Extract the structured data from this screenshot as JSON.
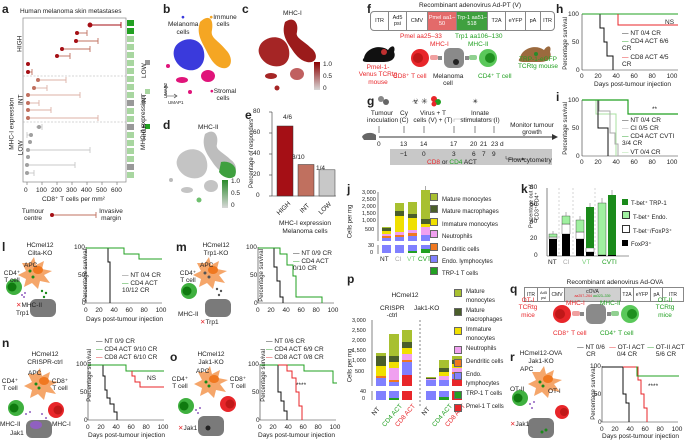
{
  "panels": {
    "a": {
      "label": "a",
      "title": "Human melanoma skin metastases",
      "ylabel": "MHC-I expression",
      "groups": [
        "HIGH",
        "INT",
        "LOW"
      ],
      "xlabel": "CD8⁺ T cells per mm²",
      "xticks": [
        "0",
        "100",
        "200",
        "300",
        "400",
        "500",
        "600"
      ],
      "legend_centre": "Tumour centre",
      "legend_margin": "Invasive margin",
      "mhc2_title": "MHC-II expression",
      "mhc2_levels": [
        "LOW",
        "INT",
        "HIGH"
      ]
    },
    "b": {
      "label": "b",
      "melanoma": "Melanoma cells",
      "immune": "Immune cells",
      "stromal": "Stromal cells",
      "umap1": "UMAP1",
      "umap2": "UMAP2"
    },
    "c": {
      "label": "c",
      "title": "MHC-I",
      "scale": [
        "1.0",
        "0.5",
        "0"
      ]
    },
    "d": {
      "label": "d",
      "title": "MHC-II",
      "scale": [
        "1.0",
        "0.5",
        "0"
      ]
    },
    "e": {
      "label": "e",
      "ylabel": "Percentage of responders",
      "yticks": [
        "0",
        "20",
        "40",
        "60",
        "80"
      ],
      "xlabel1": "MHC-I expression",
      "xlabel2": "Melanoma cells"
    },
    "f": {
      "label": "f",
      "title": "Recombinant adenovirus Ad-PT (V)",
      "construct": [
        "ITR",
        "Ad5 psi",
        "CMV",
        "Pmel aa1–50",
        "Trp-1 aa51–518",
        "T2A",
        "eYFP",
        "pA",
        "ITR"
      ],
      "pmel_epitope": "Pmel aa25–33",
      "trp1_epitope": "Trp1 aa106–130",
      "mhc1": "MHC-I",
      "mhc2": "MHC-II",
      "left_mouse": "Pmel-1-Venus TCRtg mouse",
      "right_mouse": "TRP-1-eGFP TCRtg mouse",
      "cd8": "CD8⁺ T cell",
      "melanoma": "Melanoma cell",
      "cd4": "CD4⁺ T cell"
    },
    "g": {
      "label": "g",
      "steps": [
        "Tumour inoculation",
        "Cy (C)",
        "Virus + T cells (V) + (T)",
        "Innate stimulators (I)"
      ],
      "monitor": "Monitor tumour growth",
      "days_top": [
        "0",
        "13",
        "14",
        "17",
        "20",
        "21",
        "23 d"
      ],
      "days_bottom": [
        "−1",
        "0",
        "3",
        "6",
        "7",
        "9"
      ],
      "act_cd8": "CD8",
      "act_or": " or ",
      "act_cd4": "CD4",
      "act_suffix": " ACT",
      "flow": "Flow cytometry"
    },
    "h": {
      "label": "h",
      "ns": "NS",
      "legend": [
        "NT 0/4 CR",
        "CD4 ACT 6/6 CR",
        "CD8 ACT 4/5 CR"
      ]
    },
    "i": {
      "label": "i",
      "sig": "**",
      "legend": [
        "NT 0/4 CR",
        "CI 0/5 CR",
        "CD4 ACT CVTI 3/4 CR",
        "VT 0/4 CR"
      ]
    },
    "j": {
      "label": "j",
      "ylabel": "Cells per mg",
      "yticks": [
        "0",
        "30",
        "500",
        "1,000",
        "1,500",
        "2,000",
        "2,500",
        "3,000"
      ],
      "categories": [
        "NT",
        "CI",
        "VT",
        "CVTI"
      ],
      "legend": [
        "Mature monocytes",
        "Mature macrophages",
        "Immature monocytes",
        "Neutrophils",
        "Dendritic cells",
        "Endo. lymphocytes",
        "TRP-1 T cells"
      ]
    },
    "k": {
      "label": "k",
      "ylabel": "Percentage out of CD3⁺CD4⁺",
      "yticks": [
        "0",
        "20",
        "40",
        "60",
        "80"
      ],
      "categories": [
        "NT",
        "CI",
        "VT",
        "CVTI"
      ],
      "legend": [
        "T-bet⁺ TRP-1",
        "T-bet⁺ Endo.",
        "T-bet⁻/FoxP3⁺",
        "FoxP3⁺"
      ]
    },
    "l": {
      "label": "l",
      "title1": "HCmel12",
      "title2": "Cilta-KO",
      "apc": "APC",
      "cd4": "CD4⁺ T cell",
      "mhc": "MHC-II",
      "trp": "Trp1",
      "legend": [
        "NT 0/4 CR",
        "CD4 ACT 10/12 CR"
      ]
    },
    "m": {
      "label": "m",
      "title1": "HCmel12",
      "title2": "Trp1-KO",
      "apc": "APC",
      "cd4": "CD4⁺ T cell",
      "mhc": "MHC-II",
      "trp": "Trp1",
      "legend": [
        "NT 0/9 CR",
        "CD4 ACT 0/10 CR"
      ]
    },
    "n": {
      "label": "n",
      "title1": "HCmel12",
      "title2": "CRISPR-ctrl",
      "apc": "APC",
      "cd4": "CD4⁺ T cell",
      "cd8": "CD8⁺ T cell",
      "mhc2": "MHC-II",
      "mhc1": "MHC-I",
      "jak": "Jak1",
      "ns": "NS",
      "legend": [
        "NT 0/9 CR",
        "CD4 ACT 9/10 CR",
        "CD8 ACT 6/10 CR"
      ]
    },
    "o": {
      "label": "o",
      "title1": "HCmel12",
      "title2": "Jak1-KO",
      "apc": "APC",
      "cd4": "CD4⁺ T cell",
      "cd8": "CD8⁺ T cell",
      "jak": "Jak1",
      "sig": "****",
      "legend": [
        "NT 0/6 CR",
        "CD4 ACT 6/9 CR",
        "CD8 ACT 0/8 CR"
      ]
    },
    "p": {
      "label": "p",
      "title": "HCmel12",
      "group1": "CRISPR -ctrl",
      "group2": "Jak1-KO",
      "ylabel": "Cells per mg",
      "yticks": [
        "0",
        "40",
        "500",
        "1,000",
        "1,500",
        "2,000",
        "2,500",
        "3,000"
      ],
      "categories": [
        "NT",
        "CD4 ACT",
        "CD8 ACT",
        "NT",
        "CD4 ACT",
        "CD8 ACT"
      ],
      "legend": [
        "Mature monocytes",
        "Mature macrophages",
        "Immature monocytes",
        "Neutrophils",
        "Dendritic cells",
        "Endo. lymphocytes",
        "TRP-1 T cells",
        "Pmel-1 T cells"
      ]
    },
    "q": {
      "label": "q",
      "title": "Recombinant adenovirus Ad-OVA",
      "construct": [
        "ITR",
        "Ad5 psi",
        "CMV",
        "cOVA",
        "T2A",
        "eYFP",
        "pA",
        "ITR"
      ],
      "ova_ep1": "aa257–264",
      "ova_ep2": "aa323–339",
      "left_mouse": "OT-I TCRtg mice",
      "right_mouse": "OT-II TCRtg mice",
      "mhc1": "MHC-I",
      "mhc2": "MHC-II",
      "cd8": "CD8⁺ T cell",
      "cd4": "CD4⁺ T cell"
    },
    "r": {
      "label": "r",
      "title1": "HCmel12-OVA",
      "title2": "Jak1-KO",
      "apc": "APC",
      "ot2": "OT-II",
      "ot1": "OT-I",
      "jak": "Jak1",
      "sig": "****",
      "legend": [
        "NT 0/6 CR",
        "OT-I ACT 0/4 CR",
        "OT-II ACT 5/6 CR"
      ]
    }
  },
  "survival_axis": {
    "ylabel": "Percentage survival",
    "yticks": [
      "0",
      "50",
      "100"
    ],
    "xticks": [
      "0",
      "20",
      "40",
      "60",
      "80",
      "100"
    ],
    "xlabel": "Days post-tumour injection"
  },
  "colors": {
    "high": "#a50f15",
    "int": "#c0705f",
    "low": "#a0a0a0",
    "green": "#22a022",
    "red": "#e8262a",
    "black": "#111111",
    "blue": "#3a3adc",
    "orange": "#f5a623",
    "magenta": "#e0147a"
  },
  "chart_data": [
    {
      "panel": "a",
      "type": "scatter",
      "title": "Human melanoma skin metastases",
      "xlabel": "CD8⁺ T cells per mm²",
      "ylabel": "MHC-I expression",
      "xlim": [
        0,
        650
      ],
      "series": [
        {
          "name": "Tumour centre",
          "values": [
            425,
            340,
            330,
            235,
            200,
            10,
            10,
            75,
            55,
            10,
            10,
            10,
            10,
            85,
            30,
            25,
            15,
            15,
            10,
            10
          ]
        },
        {
          "name": "Invasive margin",
          "values": [
            635,
            400,
            480,
            425,
            290,
            10,
            35,
            265,
            140,
            355,
            75,
            155,
            475,
            125,
            5,
            25,
            425,
            15,
            325,
            50
          ]
        }
      ],
      "groups": [
        "HIGH",
        "HIGH",
        "HIGH",
        "HIGH",
        "HIGH",
        "HIGH",
        "HIGH",
        "INT",
        "INT",
        "INT",
        "INT",
        "INT",
        "INT",
        "LOW",
        "LOW",
        "LOW",
        "LOW",
        "LOW",
        "LOW",
        "LOW"
      ]
    },
    {
      "panel": "e",
      "type": "bar",
      "categories": [
        "HIGH",
        "INT",
        "LOW"
      ],
      "values": [
        66.7,
        30,
        25
      ],
      "labels": [
        "4/6",
        "3/10",
        "1/4"
      ],
      "ylabel": "Percentage of responders",
      "ylim": [
        0,
        80
      ]
    },
    {
      "panel": "h",
      "type": "line",
      "xlabel": "Days post-tumour injection",
      "ylabel": "Percentage survival",
      "series": [
        {
          "name": "NT 0/4 CR",
          "x": [
            0,
            20,
            24,
            27,
            33
          ],
          "y": [
            100,
            75,
            50,
            25,
            0
          ]
        },
        {
          "name": "CD4 ACT 6/6 CR",
          "x": [
            0,
            100
          ],
          "y": [
            100,
            100
          ]
        },
        {
          "name": "CD8 ACT 4/5 CR",
          "x": [
            0,
            38,
            100
          ],
          "y": [
            100,
            80,
            80
          ]
        }
      ]
    },
    {
      "panel": "i",
      "type": "line",
      "xlabel": "Days post-tumour injection",
      "ylabel": "Percentage survival",
      "series": [
        {
          "name": "NT 0/4 CR",
          "x": [
            0,
            18,
            28
          ],
          "y": [
            100,
            50,
            0
          ]
        },
        {
          "name": "CI 0/5 CR",
          "x": [
            0,
            19,
            30,
            35,
            38
          ],
          "y": [
            100,
            80,
            40,
            20,
            0
          ]
        },
        {
          "name": "CD4 ACT CVTI 3/4 CR",
          "x": [
            0,
            48,
            100
          ],
          "y": [
            100,
            75,
            75
          ]
        },
        {
          "name": "VT 0/4 CR",
          "x": [
            0,
            16,
            36
          ],
          "y": [
            100,
            75,
            0
          ]
        }
      ]
    },
    {
      "panel": "j",
      "type": "bar",
      "categories": [
        "NT",
        "CI",
        "VT",
        "CVTI"
      ],
      "ylabel": "Cells per mg",
      "series": [
        {
          "name": "Endo. lymphocytes",
          "values": [
            100,
            120,
            150,
            200
          ]
        },
        {
          "name": "Dendritic cells",
          "values": [
            50,
            60,
            80,
            60
          ]
        },
        {
          "name": "Neutrophils",
          "values": [
            50,
            120,
            120,
            450
          ]
        },
        {
          "name": "Immature monocytes",
          "values": [
            100,
            650,
            500,
            100
          ]
        },
        {
          "name": "Mature macrophages",
          "values": [
            120,
            200,
            150,
            200
          ]
        },
        {
          "name": "Mature monocytes",
          "values": [
            30,
            350,
            600,
            1250
          ]
        }
      ],
      "totals": [
        400,
        1500,
        1600,
        2250
      ]
    },
    {
      "panel": "k",
      "type": "bar",
      "categories": [
        "NT",
        "CI",
        "VT",
        "CVTI"
      ],
      "ylabel": "Percentage out of CD3⁺CD4⁺",
      "series": [
        {
          "name": "FoxP3⁺",
          "values": [
            [
              20
            ],
            [
              26
            ],
            [
              20,
              3
            ],
            [
              0,
              0
            ]
          ]
        },
        {
          "name": "T-bet⁻/FoxP3⁺",
          "values": [
            [
              2
            ],
            [
              12
            ],
            [
              8,
              4
            ],
            [
              0,
              0
            ]
          ]
        },
        {
          "name": "T-bet⁺ Endo.",
          "values": [
            [
              4
            ],
            [
              9
            ],
            [
              14,
              0
            ],
            [
              62,
              0
            ]
          ]
        },
        {
          "name": "T-bet⁺ TRP-1",
          "values": [
            [
              0
            ],
            [
              0
            ],
            [
              0,
              48
            ],
            [
              0,
              72
            ]
          ]
        }
      ]
    },
    {
      "panel": "l",
      "type": "line",
      "series": [
        {
          "name": "NT 0/4 CR",
          "x": [
            0,
            30,
            32
          ],
          "y": [
            100,
            75,
            0
          ]
        },
        {
          "name": "CD4 ACT 10/12 CR",
          "x": [
            0,
            50,
            75,
            100
          ],
          "y": [
            100,
            90,
            80,
            80
          ]
        }
      ]
    },
    {
      "panel": "m",
      "type": "line",
      "series": [
        {
          "name": "NT 0/9 CR",
          "x": [
            0,
            22,
            26,
            30,
            34
          ],
          "y": [
            100,
            65,
            40,
            10,
            0
          ]
        },
        {
          "name": "CD4 ACT 0/10 CR",
          "x": [
            0,
            30,
            40,
            48,
            52,
            86
          ],
          "y": [
            100,
            90,
            70,
            50,
            10,
            0
          ]
        }
      ]
    },
    {
      "panel": "n",
      "type": "line",
      "series": [
        {
          "name": "NT 0/9 CR",
          "x": [
            0,
            20,
            24,
            28,
            34,
            38
          ],
          "y": [
            100,
            80,
            55,
            40,
            20,
            0
          ]
        },
        {
          "name": "CD4 ACT 9/10 CR",
          "x": [
            0,
            50,
            100
          ],
          "y": [
            100,
            90,
            90
          ]
        },
        {
          "name": "CD8 ACT 6/10 CR",
          "x": [
            0,
            58,
            62,
            68,
            100
          ],
          "y": [
            100,
            90,
            70,
            60,
            60
          ]
        }
      ]
    },
    {
      "panel": "o",
      "type": "line",
      "series": [
        {
          "name": "NT 0/6 CR",
          "x": [
            0,
            24,
            28,
            32,
            36
          ],
          "y": [
            100,
            50,
            33,
            17,
            0
          ]
        },
        {
          "name": "CD4 ACT 6/9 CR",
          "x": [
            0,
            58,
            96,
            100
          ],
          "y": [
            100,
            89,
            67,
            67
          ]
        },
        {
          "name": "CD8 ACT 0/8 CR",
          "x": [
            0,
            36,
            42,
            48,
            52,
            58
          ],
          "y": [
            100,
            88,
            75,
            50,
            25,
            0
          ]
        }
      ]
    },
    {
      "panel": "p",
      "type": "bar",
      "categories": [
        "NT",
        "CD4 ACT",
        "CD8 ACT",
        "NT",
        "CD4 ACT",
        "CD8 ACT"
      ],
      "groups": [
        "CRISPR-ctrl",
        "CRISPR-ctrl",
        "CRISPR-ctrl",
        "Jak1-KO",
        "Jak1-KO",
        "Jak1-KO"
      ],
      "ylabel": "Cells per mg",
      "totals": [
        1300,
        2150,
        2250,
        250,
        800,
        1000
      ]
    },
    {
      "panel": "r",
      "type": "line",
      "series": [
        {
          "name": "NT 0/6 CR",
          "x": [
            0,
            28,
            32,
            36
          ],
          "y": [
            100,
            50,
            33,
            0
          ]
        },
        {
          "name": "OT-I ACT 0/4 CR",
          "x": [
            0,
            48,
            52,
            56,
            60
          ],
          "y": [
            100,
            75,
            50,
            25,
            0
          ]
        },
        {
          "name": "OT-II ACT 5/6 CR",
          "x": [
            0,
            46,
            100
          ],
          "y": [
            100,
            83,
            83
          ]
        }
      ]
    }
  ]
}
